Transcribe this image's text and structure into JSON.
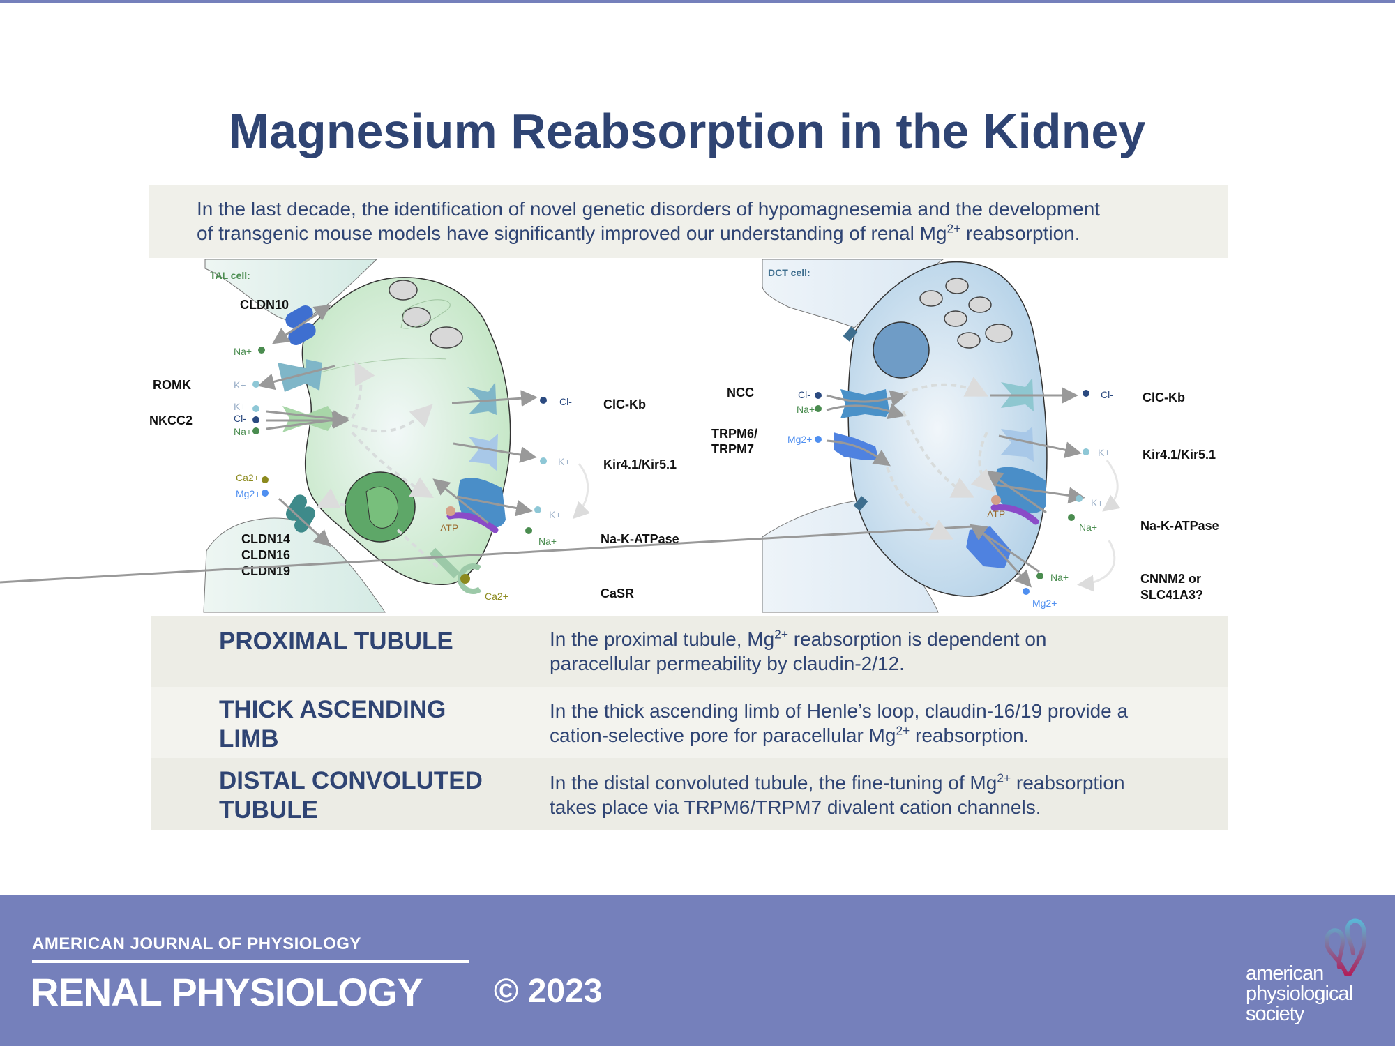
{
  "title": "Magnesium Reabsorption in the Kidney",
  "intro": {
    "line1": "In the last decade, the identification of novel genetic disorders of hypomagnesemia and the development",
    "line2_a": "of transgenic mouse models have significantly improved our understanding of renal Mg",
    "line2_sup": "2+",
    "line2_b": " reabsorption."
  },
  "tal": {
    "title": "TAL cell:",
    "cldn10": "CLDN10",
    "romk": "ROMK",
    "nkcc2": "NKCC2",
    "clckb": "ClC-Kb",
    "kir": "Kir4.1/Kir5.1",
    "nka": "Na-K-ATPase",
    "casr": "CaSR",
    "cldn14": "CLDN14",
    "cldn16": "CLDN16",
    "cldn19": "CLDN19",
    "atp": "ATP",
    "ions": {
      "na1": "Na+",
      "k1": "K+",
      "k2": "K+",
      "cl1": "Cl-",
      "na2": "Na+",
      "cl2": "Cl-",
      "k3": "K+",
      "ca1": "Ca2+",
      "mg1": "Mg2+",
      "k4": "K+",
      "na3": "Na+",
      "ca2": "Ca2+"
    }
  },
  "dct": {
    "title": "DCT cell:",
    "ncc": "NCC",
    "trpm6": "TRPM6/",
    "trpm7": "TRPM7",
    "clckb": "ClC-Kb",
    "kir": "Kir4.1/Kir5.1",
    "nka": "Na-K-ATPase",
    "cnnm2": "CNNM2 or",
    "slc": "SLC41A3?",
    "atp": "ATP",
    "ions": {
      "cl1": "Cl-",
      "na1": "Na+",
      "mg1": "Mg2+",
      "cl2": "Cl-",
      "k1": "K+",
      "k2": "K+",
      "na2": "Na+",
      "na3": "Na+",
      "mg2": "Mg2+"
    }
  },
  "segments": [
    {
      "label1": "PROXIMAL TUBULE",
      "label2": "",
      "d1a": "In the proximal tubule, Mg",
      "d1sup": "2+",
      "d1b": " reabsorption is dependent on",
      "d2a": "paracellular permeability by claudin-2/12.",
      "d2sup": "",
      "d2b": ""
    },
    {
      "label1": "THICK ASCENDING",
      "label2": "LIMB",
      "d1a": "In the thick ascending limb of Henle’s loop, claudin-16/19 provide a",
      "d1sup": "",
      "d1b": "",
      "d2a": "cation-selective pore for paracellular Mg",
      "d2sup": "2+",
      "d2b": " reabsorption."
    },
    {
      "label1": "DISTAL CONVOLUTED",
      "label2": "TUBULE",
      "d1a": "In the distal convoluted tubule, the fine-tuning of Mg",
      "d1sup": "2+",
      "d1b": " reabsorption",
      "d2a": "takes place via TRPM6/TRPM7 divalent cation channels.",
      "d2sup": "",
      "d2b": ""
    }
  ],
  "footer": {
    "journal_top": "AMERICAN JOURNAL OF PHYSIOLOGY",
    "journal_main": "RENAL PHYSIOLOGY",
    "copyright": "© 2023",
    "society1": "american",
    "society2": "physiological",
    "society3": "society"
  },
  "colors": {
    "title": "#2f4473",
    "footer": "#7580bb",
    "tal_cell": "#c9e8c9",
    "dct_cell": "#bcd6ea",
    "na": "#4a8c4f",
    "k": "#8ec7d6",
    "cl": "#2b4a80",
    "mg": "#4f8ff0",
    "ca": "#8c8a1e"
  }
}
